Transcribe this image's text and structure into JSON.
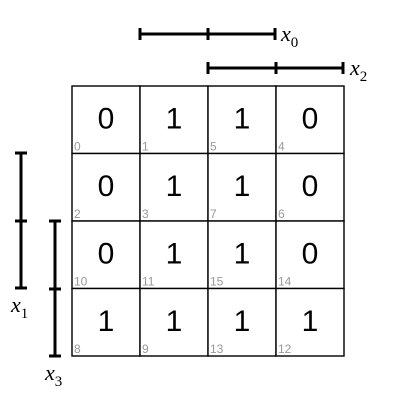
{
  "variables": {
    "x0": {
      "base": "x",
      "sub": "0"
    },
    "x1": {
      "base": "x",
      "sub": "1"
    },
    "x2": {
      "base": "x",
      "sub": "2"
    },
    "x3": {
      "base": "x",
      "sub": "3"
    }
  },
  "grid": [
    [
      {
        "value": "0",
        "index": "0"
      },
      {
        "value": "1",
        "index": "1"
      },
      {
        "value": "1",
        "index": "5"
      },
      {
        "value": "0",
        "index": "4"
      }
    ],
    [
      {
        "value": "0",
        "index": "2"
      },
      {
        "value": "1",
        "index": "3"
      },
      {
        "value": "1",
        "index": "7"
      },
      {
        "value": "0",
        "index": "6"
      }
    ],
    [
      {
        "value": "0",
        "index": "10"
      },
      {
        "value": "1",
        "index": "11"
      },
      {
        "value": "1",
        "index": "15"
      },
      {
        "value": "0",
        "index": "14"
      }
    ],
    [
      {
        "value": "1",
        "index": "8"
      },
      {
        "value": "1",
        "index": "9"
      },
      {
        "value": "1",
        "index": "13"
      },
      {
        "value": "1",
        "index": "12"
      }
    ]
  ]
}
